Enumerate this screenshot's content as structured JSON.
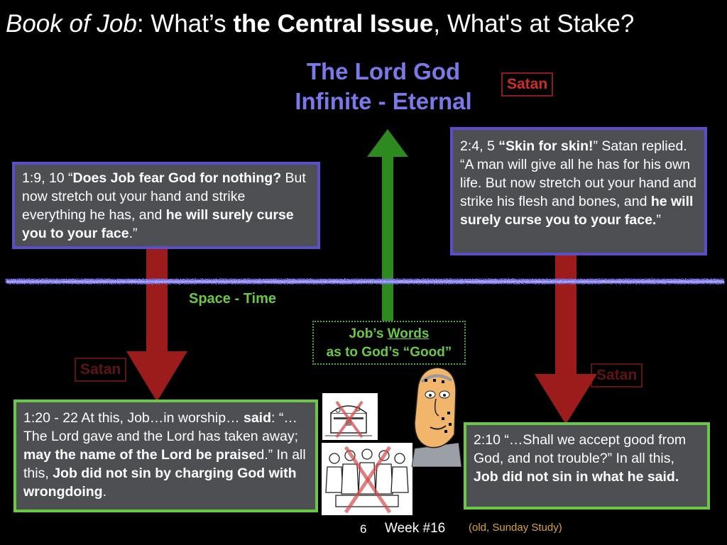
{
  "title": {
    "part1": "Book of Job",
    "part2": ":  What’s ",
    "part3": "the Central  Issue",
    "part4": ", What's at Stake?"
  },
  "lord": {
    "line1": "The Lord God",
    "line2": "Infinite - Eternal"
  },
  "satan_label": "Satan",
  "space_time": "Space - Time",
  "words_box": {
    "line1_pre": "Job’s ",
    "line1_u": "Words",
    "line2": "as to God’s “Good”"
  },
  "box_top_left": {
    "t1": "1:9, 10 “",
    "b1": "Does Job fear God for nothing?",
    "t2": " But now stretch out your hand and strike everything he has, and ",
    "b2": "he will surely curse you to your face",
    "t3": ".”"
  },
  "box_top_right": {
    "t1": "2:4, 5 ",
    "b1": "“Skin for skin!",
    "t2": "” Satan replied. “A man will give all he has for his own life. But now stretch out your hand and strike his flesh and bones, and ",
    "b2": "he will surely curse you to your face.",
    "t3": "”"
  },
  "box_bottom_left": {
    "t1": "1:20 - 22 At this, Job…in worship… ",
    "b1": "said",
    "t2": ": “…The Lord gave and the Lord has taken away; ",
    "b2": "may the name of the Lord be praise",
    "t3": "d.” In all this, ",
    "b3": "Job did not sin by charging God with wrongdoing",
    "t4": "."
  },
  "box_bottom_right": {
    "t1": "2:10 “…Shall we accept good from God, and not trouble?” In all this, ",
    "b1": "Job did not sin in what he said."
  },
  "footer": {
    "page": "6",
    "week": "Week #16",
    "note": "(old, Sunday Study)"
  },
  "colors": {
    "lord": "#7b78e8",
    "satan_bright": "#d22b2b",
    "satan_dim": "#5e1414",
    "arrow_red": "#9c1b1b",
    "arrow_green": "#2c8a1e",
    "box_fill": "#4d4f53",
    "blue_border": "#5a4fc9",
    "green_border": "#6ac944",
    "space_time_line": "#7a74f0"
  },
  "icons": [
    "treasure-chest-crossed-icon",
    "family-crossed-icon",
    "old-man-job-icon"
  ]
}
